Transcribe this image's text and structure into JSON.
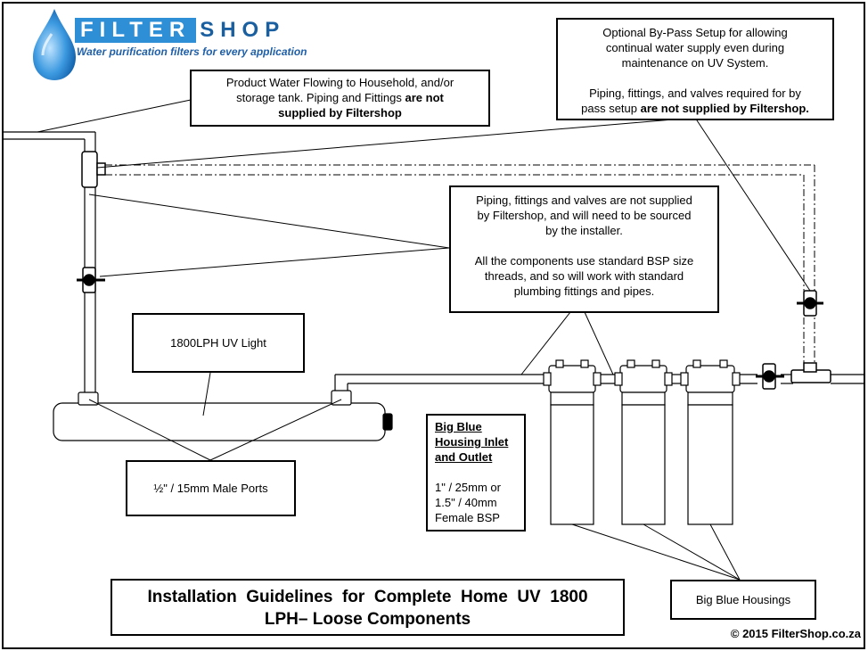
{
  "logo": {
    "name_part1": "FILTER",
    "name_part2": "SHOP",
    "tagline": "Water purification filters for every application"
  },
  "callouts": {
    "household": {
      "line1": "Product Water Flowing to Household, and/or",
      "line2_normal": "storage tank. Piping and Fittings ",
      "line2_bold": "are not",
      "line3_bold": "supplied by Filtershop"
    },
    "bypass": {
      "line1": "Optional By-Pass Setup for allowing",
      "line2": "continual water supply even during",
      "line3": "maintenance on UV System.",
      "line4": "Piping, fittings, and valves required for by",
      "line5_normal": "pass setup ",
      "line5_bold": "are not supplied by Filtershop."
    },
    "piping": {
      "line1": "Piping, fittings and valves are not supplied",
      "line2": "by Filtershop, and will need to be sourced",
      "line3": "by the installer.",
      "line4": "All the components use standard BSP size",
      "line5": "threads, and so will work with standard",
      "line6": "plumbing fittings and pipes."
    },
    "uv_light": "1800LPH UV Light",
    "male_ports": "½\" / 15mm Male Ports",
    "big_blue_inlet": {
      "title_line1": "Big Blue",
      "title_line2": "Housing Inlet",
      "title_line3": "and Outlet",
      "spec_line1": "1\" / 25mm  or",
      "spec_line2": "1.5\" / 40mm",
      "spec_line3": "Female BSP"
    },
    "big_blue_housings": "Big Blue Housings"
  },
  "title": {
    "line1": "Installation  Guidelines  for  Complete  Home  UV  1800",
    "line2": "LPH– Loose Components"
  },
  "copyright": "© 2015 FilterShop.co.za",
  "colors": {
    "logo_blue": "#2f8fd6",
    "logo_dark": "#1a5fa0",
    "tagline": "#1f5fa8",
    "line": "#000000"
  }
}
